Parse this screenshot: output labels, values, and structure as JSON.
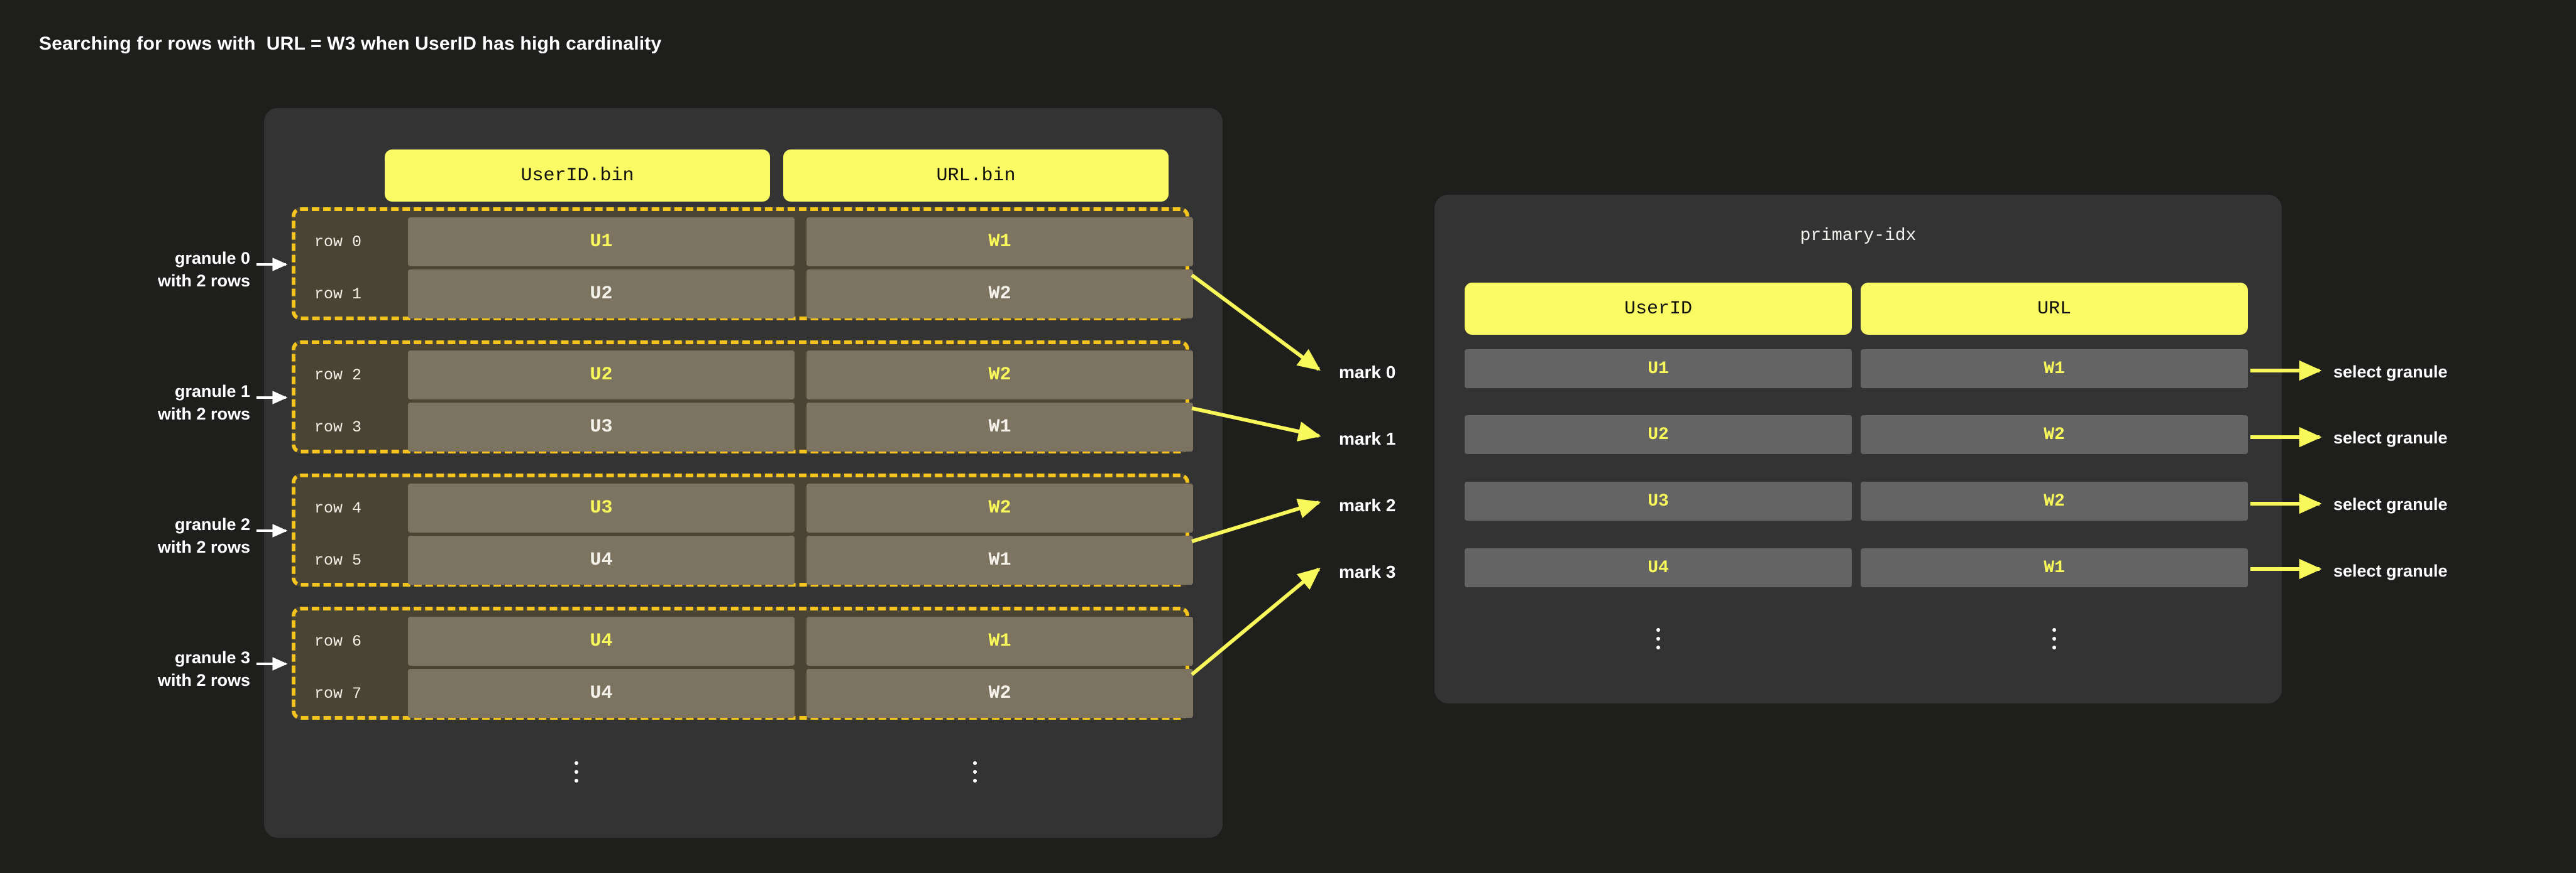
{
  "title": "Searching for rows with  URL = W3 when UserID has high cardinality",
  "colors": {
    "background": "#1e1f1c",
    "panel": "#333333",
    "accent_yellow": "#fafa64",
    "granule_border": "#f5c51f",
    "granule_fill": "#4a4434",
    "cell_fill": "#7c7360",
    "index_cell_fill": "#646464",
    "highlight_text": "#f8f85a",
    "normal_text": "#f4f2ea"
  },
  "parts_panel": {
    "headers": [
      {
        "label": "UserID.bin",
        "name": "userid-bin"
      },
      {
        "label": "URL.bin",
        "name": "url-bin"
      }
    ],
    "granules": [
      {
        "id": "granule-0",
        "side_label_line1": "granule 0",
        "side_label_line2": "with 2 rows",
        "rows": [
          {
            "row_label": "row 0",
            "userid": "U1",
            "url": "W1",
            "highlight": true
          },
          {
            "row_label": "row 1",
            "userid": "U2",
            "url": "W2",
            "highlight": false
          }
        ]
      },
      {
        "id": "granule-1",
        "side_label_line1": "granule 1",
        "side_label_line2": "with 2 rows",
        "rows": [
          {
            "row_label": "row 2",
            "userid": "U2",
            "url": "W2",
            "highlight": true
          },
          {
            "row_label": "row 3",
            "userid": "U3",
            "url": "W1",
            "highlight": false
          }
        ]
      },
      {
        "id": "granule-2",
        "side_label_line1": "granule 2",
        "side_label_line2": "with 2 rows",
        "rows": [
          {
            "row_label": "row 4",
            "userid": "U3",
            "url": "W2",
            "highlight": true
          },
          {
            "row_label": "row 5",
            "userid": "U4",
            "url": "W1",
            "highlight": false
          }
        ]
      },
      {
        "id": "granule-3",
        "side_label_line1": "granule 3",
        "side_label_line2": "with 2 rows",
        "rows": [
          {
            "row_label": "row 6",
            "userid": "U4",
            "url": "W1",
            "highlight": true
          },
          {
            "row_label": "row 7",
            "userid": "U4",
            "url": "W2",
            "highlight": false
          }
        ]
      }
    ],
    "ellipsis_icon": "vertical-ellipsis"
  },
  "marks": [
    {
      "label": "mark 0"
    },
    {
      "label": "mark 1"
    },
    {
      "label": "mark 2"
    },
    {
      "label": "mark 3"
    }
  ],
  "index_panel": {
    "title": "primary-idx",
    "headers": [
      {
        "label": "UserID",
        "name": "userid"
      },
      {
        "label": "URL",
        "name": "url"
      }
    ],
    "rows": [
      {
        "userid": "U1",
        "url": "W1",
        "action": "select granule"
      },
      {
        "userid": "U2",
        "url": "W2",
        "action": "select granule"
      },
      {
        "userid": "U3",
        "url": "W2",
        "action": "select granule"
      },
      {
        "userid": "U4",
        "url": "W1",
        "action": "select granule"
      }
    ],
    "ellipsis_icon": "vertical-ellipsis"
  }
}
